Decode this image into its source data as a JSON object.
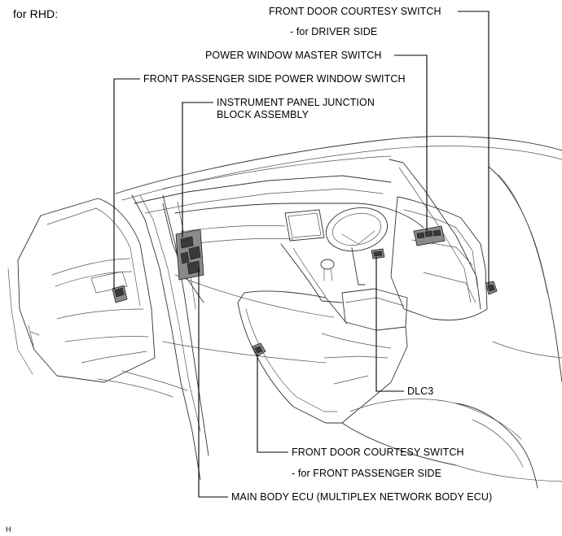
{
  "diagram": {
    "variant_label": "for RHD:",
    "footer_mark": "H",
    "callouts": {
      "front_door_courtesy_switch_driver": "FRONT DOOR COURTESY SWITCH",
      "driver_side_note": "- for DRIVER SIDE",
      "power_window_master_switch": "POWER WINDOW MASTER SWITCH",
      "front_passenger_power_window_switch": "FRONT PASSENGER SIDE POWER WINDOW SWITCH",
      "instrument_panel_jb_line1": "INSTRUMENT PANEL JUNCTION",
      "instrument_panel_jb_line2": "BLOCK ASSEMBLY",
      "dlc3": "DLC3",
      "front_door_courtesy_switch_passenger": "FRONT DOOR COURTESY SWITCH",
      "passenger_side_note": "- for FRONT PASSENGER SIDE",
      "main_body_ecu": "MAIN BODY ECU (MULTIPLEX NETWORK BODY ECU)"
    }
  }
}
